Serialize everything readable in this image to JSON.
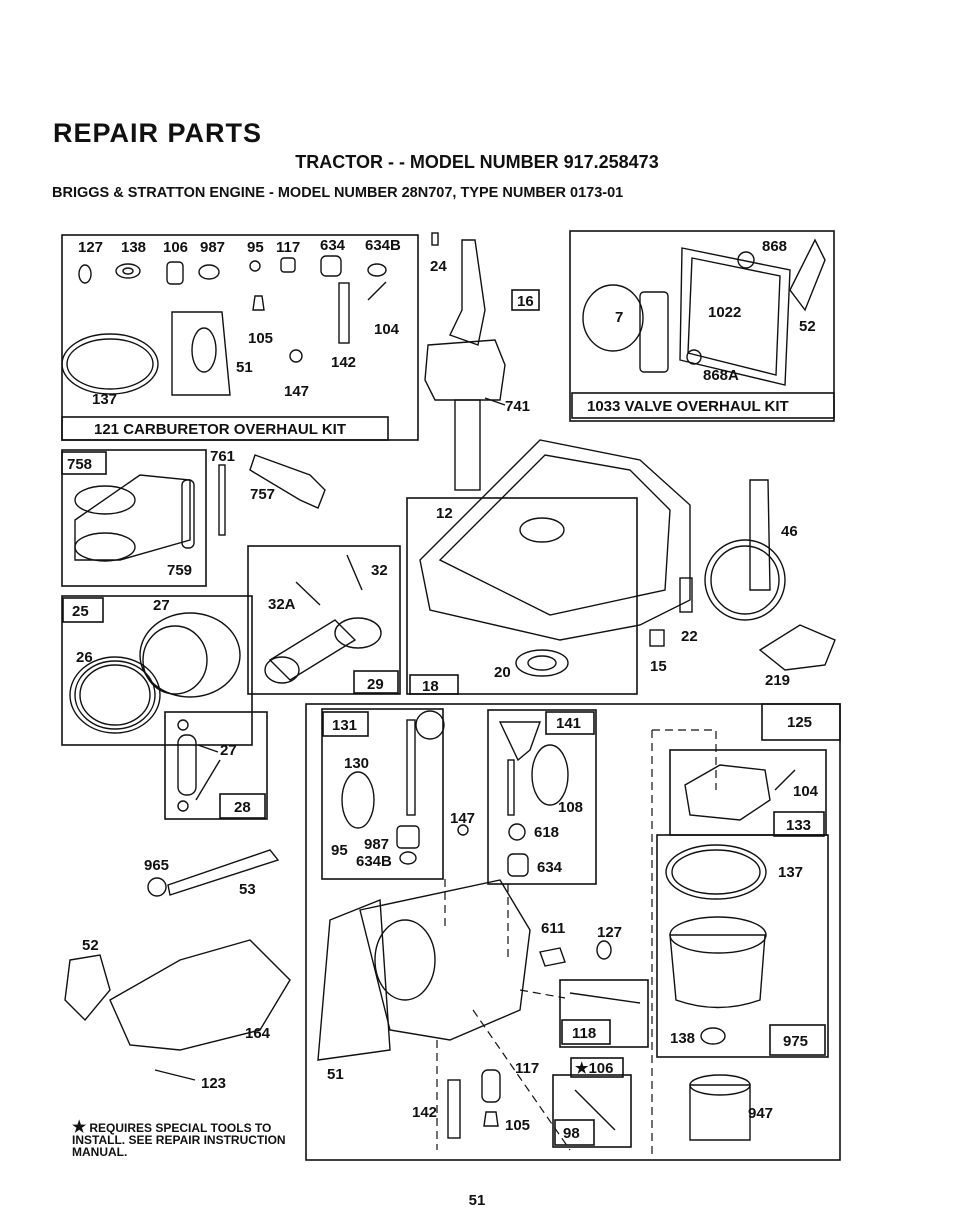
{
  "header": {
    "title": "REPAIR PARTS",
    "subtitle": "TRACTOR - - MODEL NUMBER 917.258473",
    "engine": "BRIGGS & STRATTON ENGINE - MODEL NUMBER 28N707, TYPE NUMBER 0173-01"
  },
  "kits": {
    "carburetor": "121 CARBURETOR OVERHAUL KIT",
    "valve": "1033 VALVE OVERHAUL KIT"
  },
  "note": {
    "star": "★",
    "text": "REQUIRES SPECIAL TOOLS TO INSTALL. SEE REPAIR INSTRUCTION MANUAL."
  },
  "page_number": "51",
  "callouts": {
    "carb_kit": [
      "127",
      "138",
      "106",
      "987",
      "95",
      "117",
      "634",
      "634B",
      "105",
      "104",
      "142",
      "51",
      "147",
      "137"
    ],
    "crankshaft": [
      "24",
      "16",
      "741"
    ],
    "valve_kit": [
      "868",
      "7",
      "1022",
      "52",
      "868A"
    ],
    "governor": [
      "758",
      "761",
      "757",
      "759"
    ],
    "crankcase": [
      "12",
      "46",
      "22",
      "15",
      "219",
      "20",
      "18"
    ],
    "conrod": [
      "32",
      "32A",
      "29"
    ],
    "piston": [
      "25",
      "27",
      "26"
    ],
    "pin": [
      "27",
      "28"
    ],
    "intake": [
      "965",
      "53",
      "52",
      "164",
      "123"
    ],
    "carb": [
      "131",
      "130",
      "95",
      "987",
      "634B",
      "147",
      "141",
      "108",
      "618",
      "634",
      "611",
      "127",
      "51",
      "142",
      "117",
      "105",
      "118",
      "★106",
      "98"
    ],
    "air_filter": [
      "125",
      "104",
      "133",
      "137",
      "138",
      "975",
      "947"
    ]
  }
}
